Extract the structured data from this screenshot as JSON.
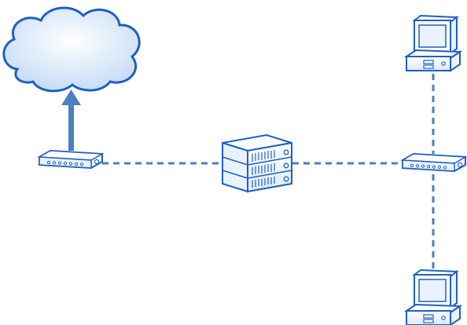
{
  "palette": {
    "outline": "#1f5fc4",
    "fill": "#eaf2fd",
    "fill_light": "#f6faff",
    "cloud_fill": "#c7ddf6",
    "arrow": "#4a7fc0",
    "dash": "#4a7fc0"
  },
  "nodes": [
    {
      "id": "internet",
      "icon": "cloud-icon"
    },
    {
      "id": "modem",
      "icon": "network-switch-icon"
    },
    {
      "id": "server",
      "icon": "server-rack-icon"
    },
    {
      "id": "hub",
      "icon": "network-switch-icon"
    },
    {
      "id": "workstation-top",
      "icon": "desktop-computer-icon"
    },
    {
      "id": "workstation-bottom",
      "icon": "desktop-computer-icon"
    }
  ],
  "links": [
    {
      "from": "modem",
      "to": "internet",
      "style": "solid-arrow"
    },
    {
      "from": "modem",
      "to": "server",
      "style": "dashed"
    },
    {
      "from": "server",
      "to": "hub",
      "style": "dashed"
    },
    {
      "from": "hub",
      "to": "workstation-top",
      "style": "dashed"
    },
    {
      "from": "hub",
      "to": "workstation-bottom",
      "style": "dashed"
    }
  ]
}
